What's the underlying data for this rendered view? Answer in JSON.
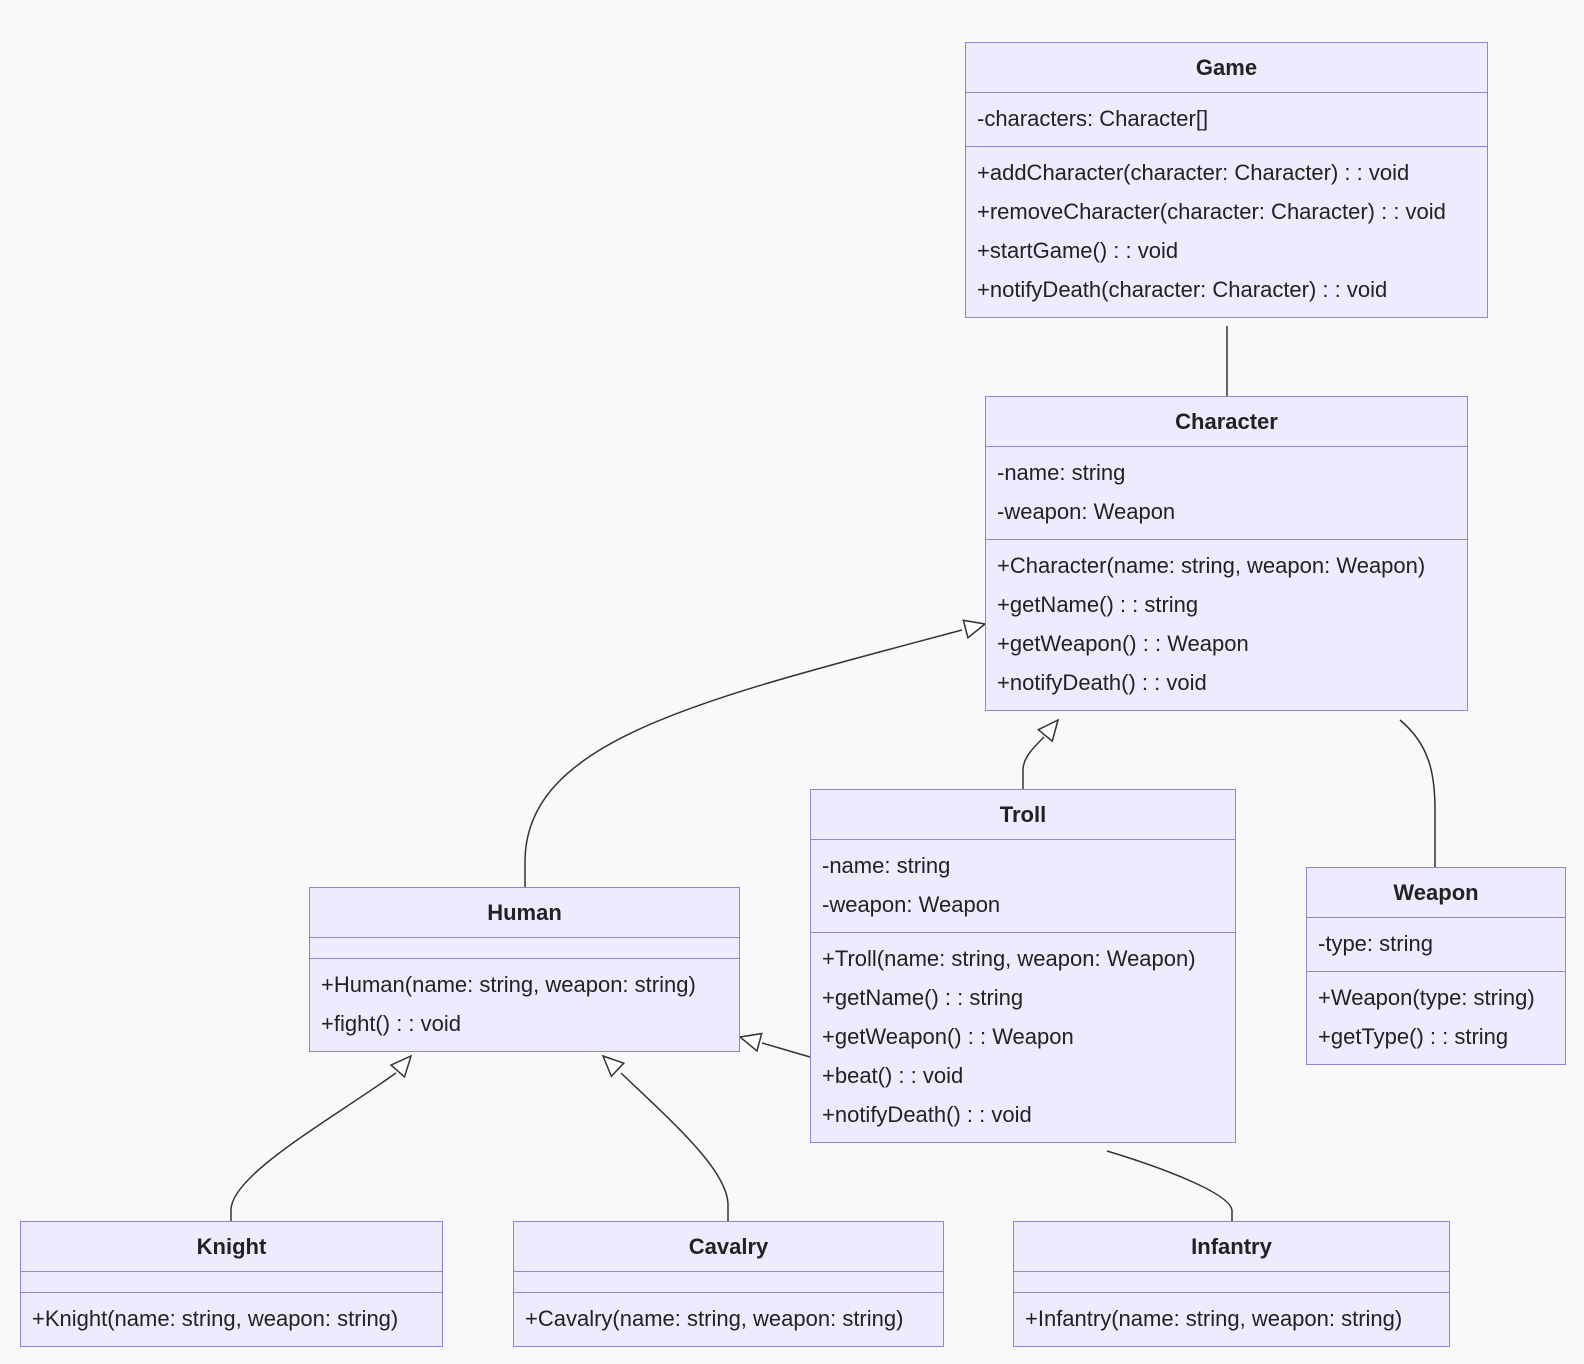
{
  "diagram": {
    "classes": [
      {
        "id": "game",
        "name": "Game",
        "attributes": [
          "-characters: Character[]"
        ],
        "methods": [
          "+addCharacter(character: Character) : : void",
          "+removeCharacter(character: Character) : : void",
          "+startGame() : : void",
          "+notifyDeath(character: Character) : : void"
        ]
      },
      {
        "id": "character",
        "name": "Character",
        "attributes": [
          "-name: string",
          "-weapon: Weapon"
        ],
        "methods": [
          "+Character(name: string, weapon: Weapon)",
          "+getName() : : string",
          "+getWeapon() : : Weapon",
          "+notifyDeath() : : void"
        ]
      },
      {
        "id": "troll",
        "name": "Troll",
        "attributes": [
          "-name: string",
          "-weapon: Weapon"
        ],
        "methods": [
          "+Troll(name: string, weapon: Weapon)",
          "+getName() : : string",
          "+getWeapon() : : Weapon",
          "+beat() : : void",
          "+notifyDeath() : : void"
        ]
      },
      {
        "id": "weapon",
        "name": "Weapon",
        "attributes": [
          "-type: string"
        ],
        "methods": [
          "+Weapon(type: string)",
          "+getType() : : string"
        ]
      },
      {
        "id": "human",
        "name": "Human",
        "attributes": [],
        "methods": [
          "+Human(name: string, weapon: string)",
          "+fight() : : void"
        ]
      },
      {
        "id": "knight",
        "name": "Knight",
        "attributes": [],
        "methods": [
          "+Knight(name: string, weapon: string)"
        ]
      },
      {
        "id": "cavalry",
        "name": "Cavalry",
        "attributes": [],
        "methods": [
          "+Cavalry(name: string, weapon: string)"
        ]
      },
      {
        "id": "infantry",
        "name": "Infantry",
        "attributes": [],
        "methods": [
          "+Infantry(name: string, weapon: string)"
        ]
      }
    ],
    "relations": [
      {
        "id": "game-character",
        "from": "game",
        "to": "character",
        "type": "association"
      },
      {
        "id": "human-character",
        "from": "human",
        "to": "character",
        "type": "inheritance"
      },
      {
        "id": "troll-character",
        "from": "troll",
        "to": "character",
        "type": "inheritance"
      },
      {
        "id": "character-weapon",
        "from": "character",
        "to": "weapon",
        "type": "association"
      },
      {
        "id": "troll-human",
        "from": "troll",
        "to": "human",
        "type": "inheritance"
      },
      {
        "id": "knight-human",
        "from": "knight",
        "to": "human",
        "type": "inheritance"
      },
      {
        "id": "cavalry-human",
        "from": "cavalry",
        "to": "human",
        "type": "inheritance"
      },
      {
        "id": "troll-infantry",
        "from": "troll",
        "to": "infantry",
        "type": "association"
      }
    ],
    "colors": {
      "background": "#f8f9fa",
      "class_fill": "#ececfe",
      "class_border": "#9a7fd6",
      "edge": "#333333",
      "text": "#222222"
    }
  }
}
